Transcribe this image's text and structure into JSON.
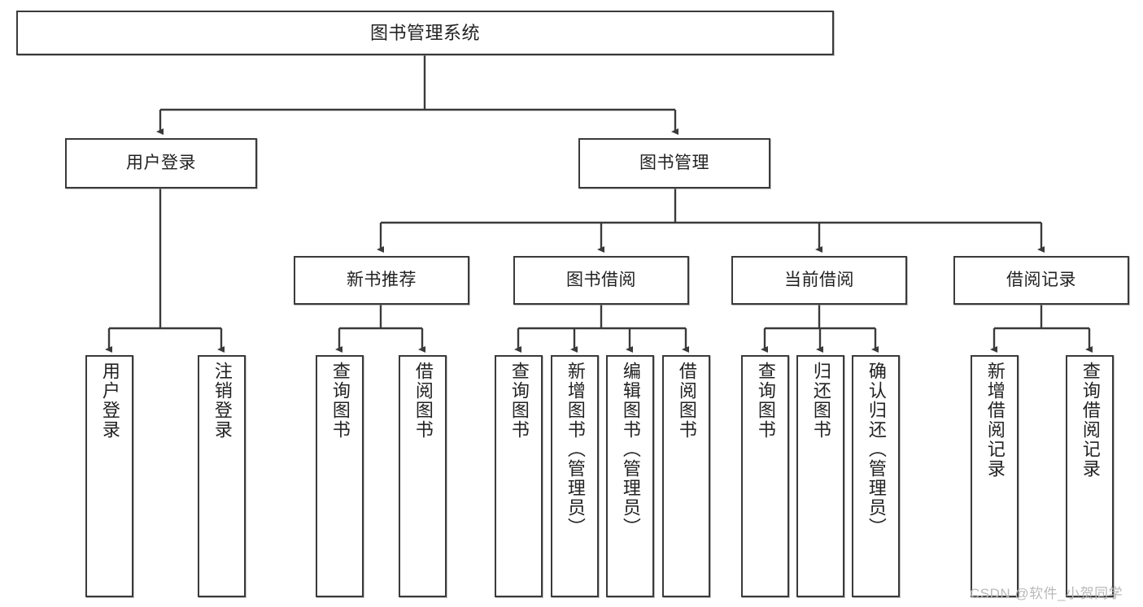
{
  "diagram": {
    "title": "图书管理系统",
    "type": "tree-structure-chart",
    "orientation": "top-down",
    "box_border_color": "#3a3a3a",
    "background_color": "#ffffff",
    "text_color": "#222222"
  },
  "nodes": {
    "root": {
      "label": "图书管理系统"
    },
    "level2": [
      {
        "label": "用户登录"
      },
      {
        "label": "图书管理"
      }
    ],
    "level3": [
      {
        "label": "新书推荐"
      },
      {
        "label": "图书借阅"
      },
      {
        "label": "当前借阅"
      },
      {
        "label": "借阅记录"
      }
    ],
    "leaves": {
      "user_login": [
        {
          "label": "用户登录"
        },
        {
          "label": "注销登录"
        }
      ],
      "new_book_recommend": [
        {
          "label": "查询图书"
        },
        {
          "label": "借阅图书"
        }
      ],
      "book_borrow": [
        {
          "label": "查询图书"
        },
        {
          "label": "新增图书（管理员）"
        },
        {
          "label": "编辑图书（管理员）"
        },
        {
          "label": "借阅图书"
        }
      ],
      "current_borrow": [
        {
          "label": "查询图书"
        },
        {
          "label": "归还图书"
        },
        {
          "label": "确认归还（管理员）"
        }
      ],
      "borrow_record": [
        {
          "label": "新增借阅记录"
        },
        {
          "label": "查询借阅记录"
        }
      ]
    }
  },
  "watermark": {
    "text": "CSDN @软件_小贺同学"
  }
}
